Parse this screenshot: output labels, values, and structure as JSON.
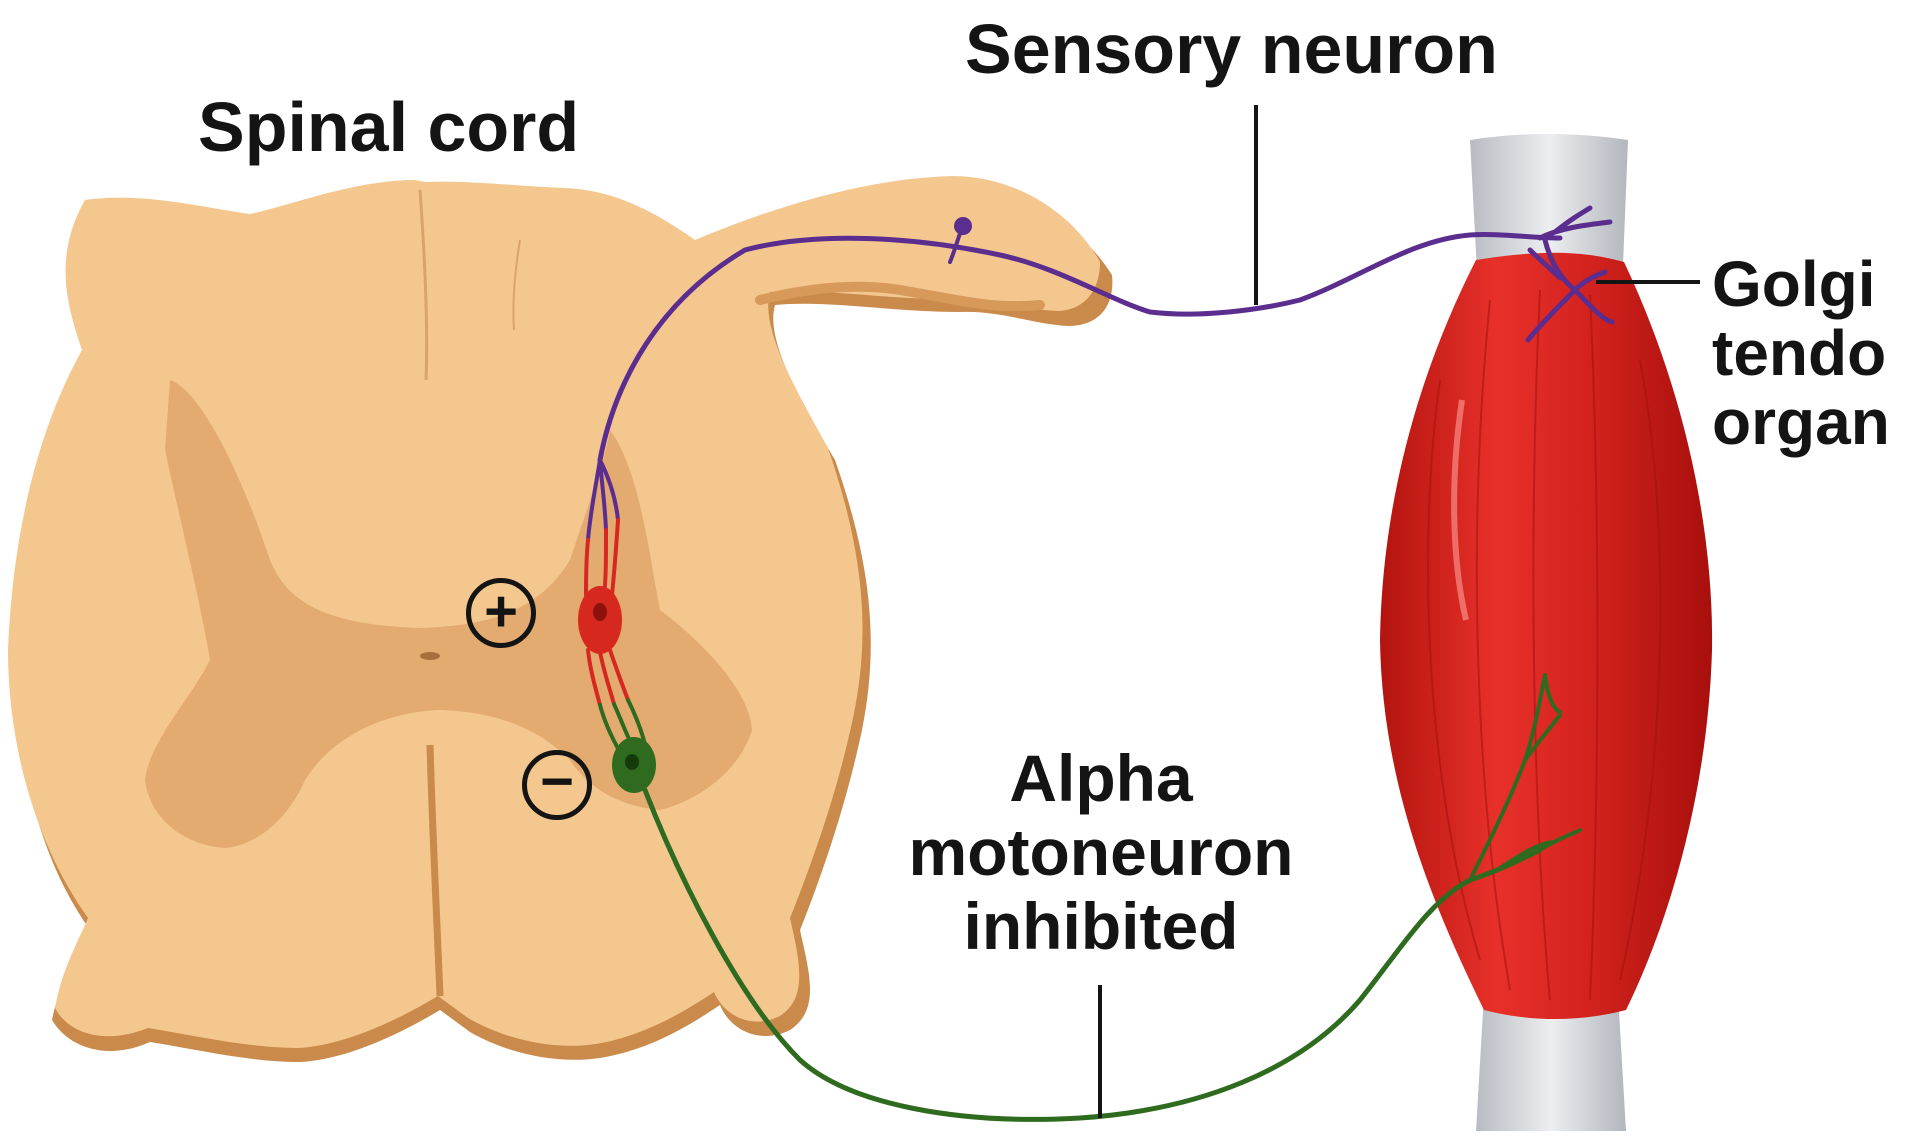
{
  "labels": {
    "spinal_cord": "Spinal cord",
    "sensory_neuron": "Sensory neuron",
    "golgi_tendon_organ": [
      "Golgi",
      "tendo",
      "organ"
    ],
    "alpha_motoneuron": [
      "Alpha",
      "motoneuron",
      "inhibited"
    ]
  },
  "signs": {
    "excitatory": "+",
    "inhibitory": "−"
  },
  "colors": {
    "spinal_white_matter": "#f4c78f",
    "spinal_gray_matter": "#dfa66a",
    "sensory_neuron": "#5b2d8e",
    "interneuron": "#d7281f",
    "motoneuron": "#2f6b1f",
    "muscle": "#d9231f",
    "tendon": "#cfd2d6"
  }
}
